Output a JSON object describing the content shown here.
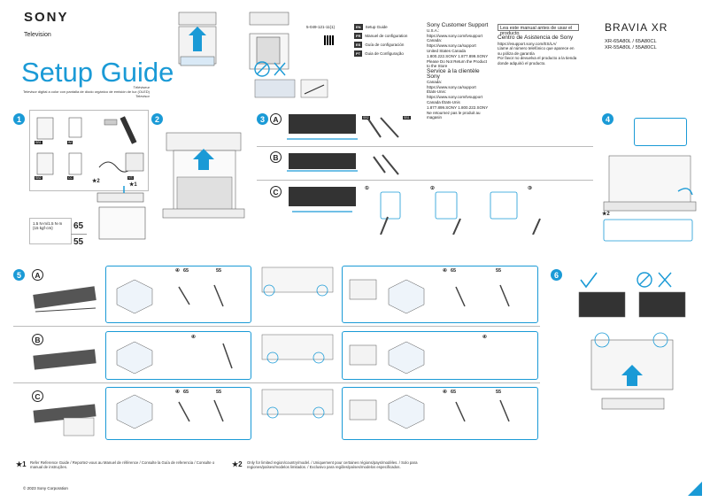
{
  "header": {
    "brand": "SONY",
    "category": "Television",
    "title": "Setup Guide",
    "subtitle_line1": "Téléviseur",
    "subtitle_line2": "Televisor digital a color con pantalla de diodo orgánico de emisión de luz (OLED)",
    "subtitle_line3": "Televisor",
    "part_number": "5-049-121-11(1)",
    "languages": [
      {
        "code": "EN",
        "label": "Setup Guide"
      },
      {
        "code": "FR",
        "label": "Manuel de configuration"
      },
      {
        "code": "ES",
        "label": "Guía de configuración"
      },
      {
        "code": "PT",
        "label": "Guia de Configuração"
      }
    ],
    "support": {
      "title": "Sony Customer Support",
      "lines": [
        "U.S.A.:",
        "https://www.sony.com/tvsupport",
        "Canada:",
        "https://www.sony.ca/support",
        "United States  Canada",
        "1.800.222.SONY   1.877.899.SONY",
        "Please Do Not Return the Product to the Store"
      ],
      "title_fr": "Service à la clientèle Sony",
      "lines_fr": [
        "Canada:",
        "https://www.sony.ca/support",
        "États-Unis:",
        "https://www.sony.com/tvsupport",
        "Canada          États-Unis",
        "1.877.899.SONY      1.800.222.SONY",
        "Ne retournez pas le produit au magasin"
      ]
    },
    "notice": "Lea este manual antes de usar el producto",
    "centro": {
      "title": "Centro de Asistencia de Sony",
      "lines": [
        "https://esupport.sony.com/ES/LA/",
        "Llame al número telefónico que aparece en su póliza de garantía",
        "Por favor no devuelva el producto a la tienda donde adquirió el producto."
      ]
    },
    "product_line": "BRAVIA XR",
    "models": [
      "XR-65A80L / 65A80CL",
      "XR-55A80L / 55A80CL"
    ]
  },
  "steps": {
    "s1": "1",
    "s2": "2",
    "s3": "3",
    "s4": "4",
    "s5": "5",
    "s6": "6",
    "letters": [
      "A",
      "B",
      "C"
    ],
    "sizes": {
      "a": "65",
      "b": "55"
    },
    "torque": [
      "1.5 N·m/1.5 N·m",
      "{15 kgf·cm}"
    ],
    "star1": "★1",
    "star2": "★2",
    "sub_nums": [
      "①",
      "②",
      "③",
      "④"
    ],
    "part_tags": [
      "SB1",
      "SB2",
      "IM",
      "CC",
      "VS",
      "SB1",
      "SB2"
    ]
  },
  "footer": {
    "note1_mark": "★1",
    "note1": "Refer Reference Guide / Reportez-vous au Manuel de référence / Consulte la Guía de referencia / Consulte o manual de instruções.",
    "note2_mark": "★2",
    "note2": "Only for limited region/country/model. / Uniquement pour certaines régions/pays/modèles. / Solo para regiones/países/modelos limitados. / Exclusivo para regiões/países/modelos especificados.",
    "copyright": "© 2023 Sony Corporation"
  },
  "colors": {
    "accent": "#1a9ad6",
    "warning": "#1a9ad6",
    "text": "#222222"
  }
}
